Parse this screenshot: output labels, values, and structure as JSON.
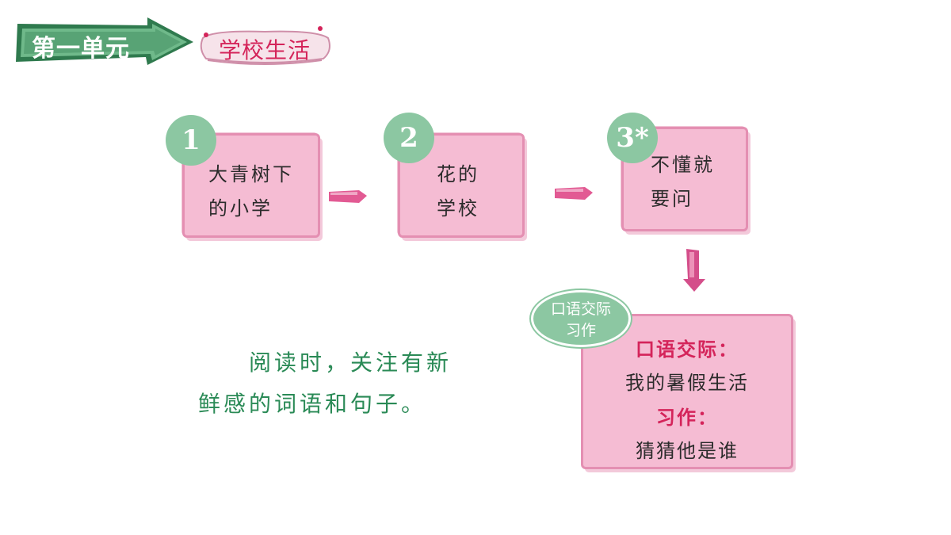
{
  "header": {
    "unit_title": "第一单元",
    "theme_title": "学校生活"
  },
  "lessons": [
    {
      "number": "1",
      "line1": "大青树下",
      "line2": "的小学"
    },
    {
      "number": "2",
      "line1": "花的",
      "line2": "学校"
    },
    {
      "number": "3*",
      "line1": "不懂就",
      "line2": "要问"
    }
  ],
  "practice": {
    "badge_line1": "口语交际",
    "badge_line2": "习作",
    "oral_label": "口语交际：",
    "oral_topic": "我的暑假生活",
    "writing_label": "习作：",
    "writing_topic": "猜猜他是谁"
  },
  "tip": {
    "line1": "阅读时，关注有新",
    "line2": "鲜感的词语和句子。"
  },
  "colors": {
    "card_fill": "#f5bcd3",
    "card_border": "#e48fb2",
    "badge_green": "#8cc7a2",
    "banner_green": "#2f7a4e",
    "accent_pink": "#d4245a",
    "tip_green": "#2a8a56"
  }
}
